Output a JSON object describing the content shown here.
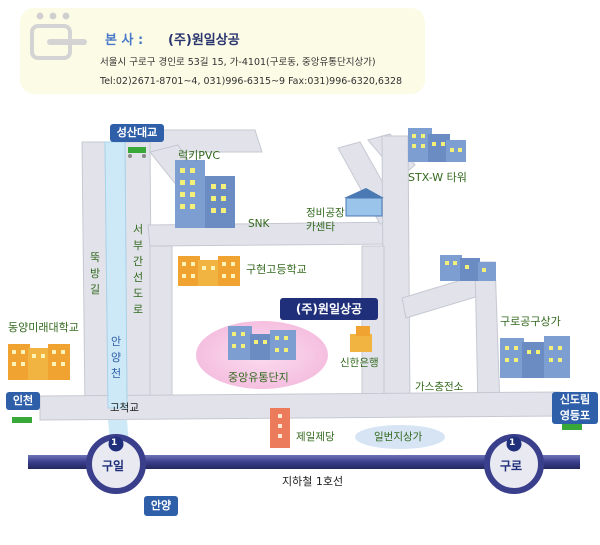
{
  "header": {
    "office_label": "본    사 :",
    "company": "(주)원일상공",
    "address": "서울시 구로구 경인로 53길 15, 가-4101(구로동, 중앙유통단지상가)",
    "contact": "Tel:02)2671-8701~4, 031)996-6315~9 Fax:031)996-6320,6328"
  },
  "company_marker": "(주)원일상공",
  "labels": {
    "seongsan_bridge": "성산대교",
    "lucky_pvc": "럭키PVC",
    "snk": "SNK",
    "repair_shop_1": "정비공장",
    "repair_shop_2": "카센타",
    "stxw_tower": "STX-W 타워",
    "guhyeon_high": "구현고등학교",
    "dongyang_college": "동양미래대학교",
    "shinhan_bank": "신한은행",
    "jungang_complex": "중앙유통단지",
    "guro_arcade": "구로공구상가",
    "gas_station": "가스충전소",
    "incheon": "인천",
    "sindorim_1": "신도림",
    "sindorim_2": "영등포",
    "gocheok_bridge": "고척교",
    "jeil_mill": "제일제당",
    "ilbeon_arcade": "일번지상가",
    "subway_line": "지하철 1호선",
    "station_guil": "구일",
    "station_guro": "구로",
    "line_number": "1",
    "anyang": "안양"
  },
  "vertical_labels": {
    "ttukbang": [
      "뚝",
      "방",
      "길"
    ],
    "seobu": [
      "서",
      "부",
      "간",
      "선",
      "도",
      "로"
    ],
    "anyangcheon": [
      "안",
      "양",
      "천"
    ]
  },
  "colors": {
    "road": "#e2e3ea",
    "road_edge": "#c6c8d2",
    "river": "#cde9f7",
    "subway": "#3a3f8c",
    "label_green": "#33691e",
    "tag_blue": "#2f5fa8",
    "tag_navy": "#1f2f7a",
    "header_bg": "#fbfbe6"
  }
}
